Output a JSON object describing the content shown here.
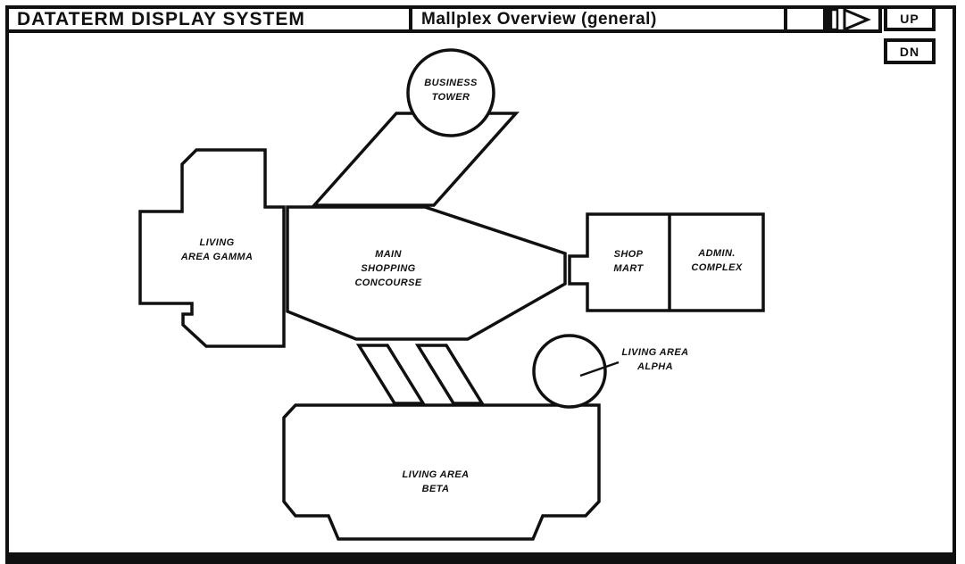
{
  "colors": {
    "ink": "#101010",
    "bg": "#ffffff"
  },
  "header": {
    "system_title": "DATATERM DISPLAY SYSTEM",
    "screen_title": "Mallplex Overview (general)",
    "up_label": "UP",
    "dn_label": "DN"
  },
  "icons": {
    "forward": "page-forward-icon"
  },
  "map": {
    "business_tower": {
      "line1": "BUSINESS",
      "line2": "TOWER"
    },
    "living_area_gamma": {
      "line1": "LIVING",
      "line2": "AREA GAMMA"
    },
    "main_shopping_concourse": {
      "line1": "MAIN",
      "line2": "SHOPPING",
      "line3": "CONCOURSE"
    },
    "shop_mart": {
      "line1": "SHOP",
      "line2": "MART"
    },
    "admin_complex": {
      "line1": "ADMIN.",
      "line2": "COMPLEX"
    },
    "living_area_alpha": {
      "line1": "LIVING AREA",
      "line2": "ALPHA"
    },
    "living_area_beta": {
      "line1": "LIVING AREA",
      "line2": "BETA"
    }
  }
}
